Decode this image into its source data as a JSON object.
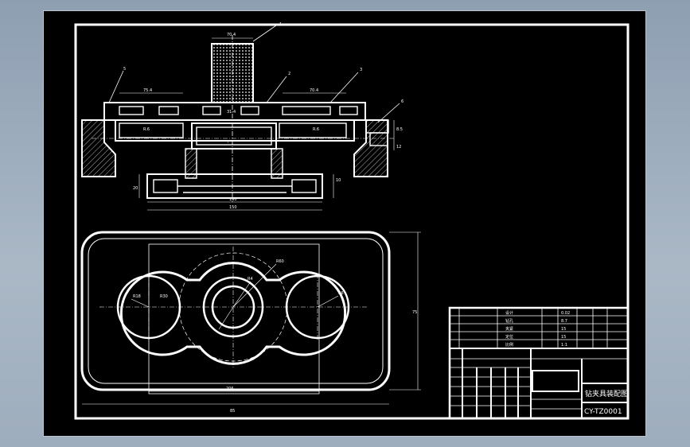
{
  "drawing": {
    "front_view": {
      "balloons": [
        "1",
        "5",
        "2",
        "3",
        "6"
      ],
      "dimensions": {
        "top_width": "70.4",
        "left_span": "75.4",
        "center_gap": "31.4",
        "right_span": "70.4",
        "inner_left": "R.6",
        "inner_right": "R.6",
        "center_inner": "?",
        "height_right_a": "8.5",
        "height_right_b": "12",
        "base_height": "20",
        "base_inner_width": "130",
        "base_width": "150",
        "right_step": "10"
      }
    },
    "plan_view": {
      "dimensions": {
        "height": "75",
        "inner_width": "206",
        "overall_width": "85",
        "radius_a": "R18",
        "radius_b": "R30",
        "radius_c": "R60",
        "radius_d": "R4",
        "radius_e": "R6"
      }
    },
    "title_block": {
      "spec_rows": [
        {
          "name": "设计",
          "value": "0.02"
        },
        {
          "name": "钻孔",
          "value": "8.7"
        },
        {
          "name": "夹紧",
          "value": "15"
        },
        {
          "name": "定位",
          "value": "15"
        },
        {
          "name": "比例",
          "value": "1:1"
        }
      ],
      "drawing_title": "钻夹具装配图",
      "drawing_number": "CY-TZ0001"
    }
  }
}
